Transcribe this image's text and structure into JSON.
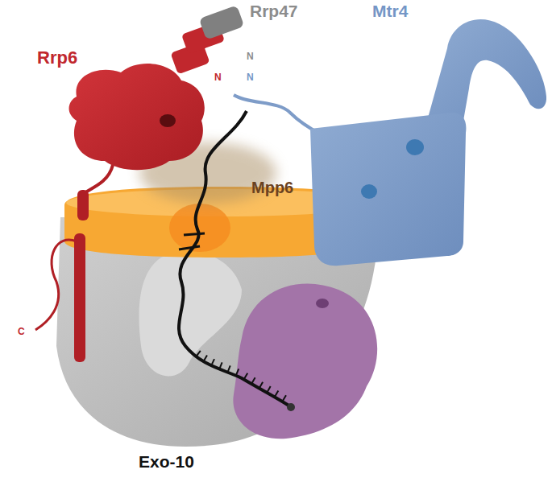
{
  "diagram": {
    "labels": [
      "Rrp47",
      "Mtr4",
      "Rrp6",
      "N",
      "N",
      "N",
      "Mpp6",
      "C",
      "Exo-10"
    ]
  }
}
